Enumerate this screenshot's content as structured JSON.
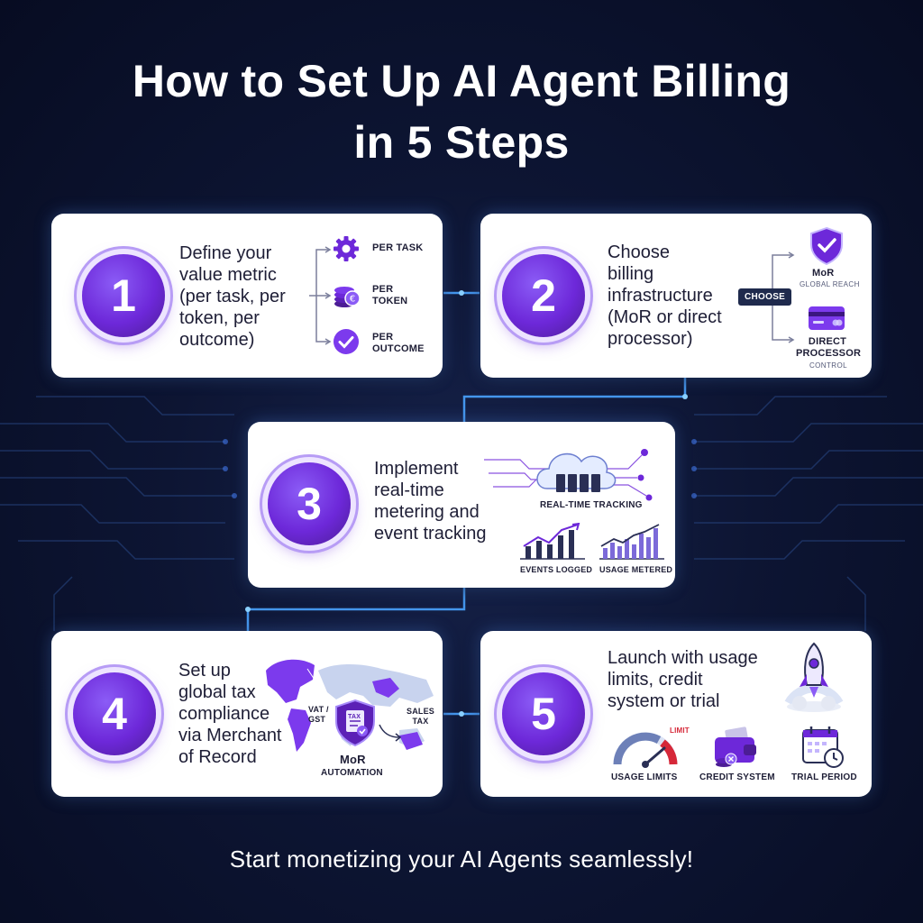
{
  "title": {
    "line1": "How to Set Up AI Agent Billing",
    "line2": "in 5 Steps"
  },
  "steps": [
    {
      "number": "1",
      "lines": [
        "Define your",
        "value metric",
        "(per task, per",
        "token, per",
        "outcome)"
      ],
      "options": [
        {
          "icon": "gear-icon",
          "label": [
            "PER TASK"
          ]
        },
        {
          "icon": "coins-icon",
          "label": [
            "PER",
            "TOKEN"
          ]
        },
        {
          "icon": "check-circle-icon",
          "label": [
            "PER",
            "OUTCOME"
          ]
        }
      ]
    },
    {
      "number": "2",
      "lines": [
        "Choose",
        "billing",
        "infrastructure",
        "(MoR or direct",
        "processor)"
      ],
      "choose_label": "CHOOSE",
      "mor": {
        "title": "MoR",
        "sub": "GLOBAL REACH"
      },
      "direct": {
        "title": [
          "DIRECT",
          "PROCESSOR"
        ],
        "sub": "CONTROL"
      }
    },
    {
      "number": "3",
      "lines": [
        "Implement",
        "real-time",
        "metering and",
        "event tracking"
      ],
      "tracking_label": "REAL-TIME TRACKING",
      "events_label": "EVENTS LOGGED",
      "usage_label": "USAGE METERED"
    },
    {
      "number": "4",
      "lines": [
        "Set up",
        "global tax",
        "compliance",
        "via Merchant",
        "of Record"
      ],
      "vat_label": [
        "VAT /",
        "GST"
      ],
      "sales_tax_label": [
        "SALES",
        "TAX"
      ],
      "shield_text": "TAX",
      "mor_label": "MoR",
      "automation_label": "AUTOMATION"
    },
    {
      "number": "5",
      "lines": [
        "Launch with usage",
        "limits, credit",
        "system or trial"
      ],
      "limit_label": "LIMIT",
      "features": [
        "USAGE LIMITS",
        "CREDIT SYSTEM",
        "TRIAL PERIOD"
      ]
    }
  ],
  "footer": "Start monetizing your AI Agents seamlessly!",
  "colors": {
    "accent": "#6d28d9",
    "background": "#0d1533",
    "glow": "#4aa3ff"
  }
}
